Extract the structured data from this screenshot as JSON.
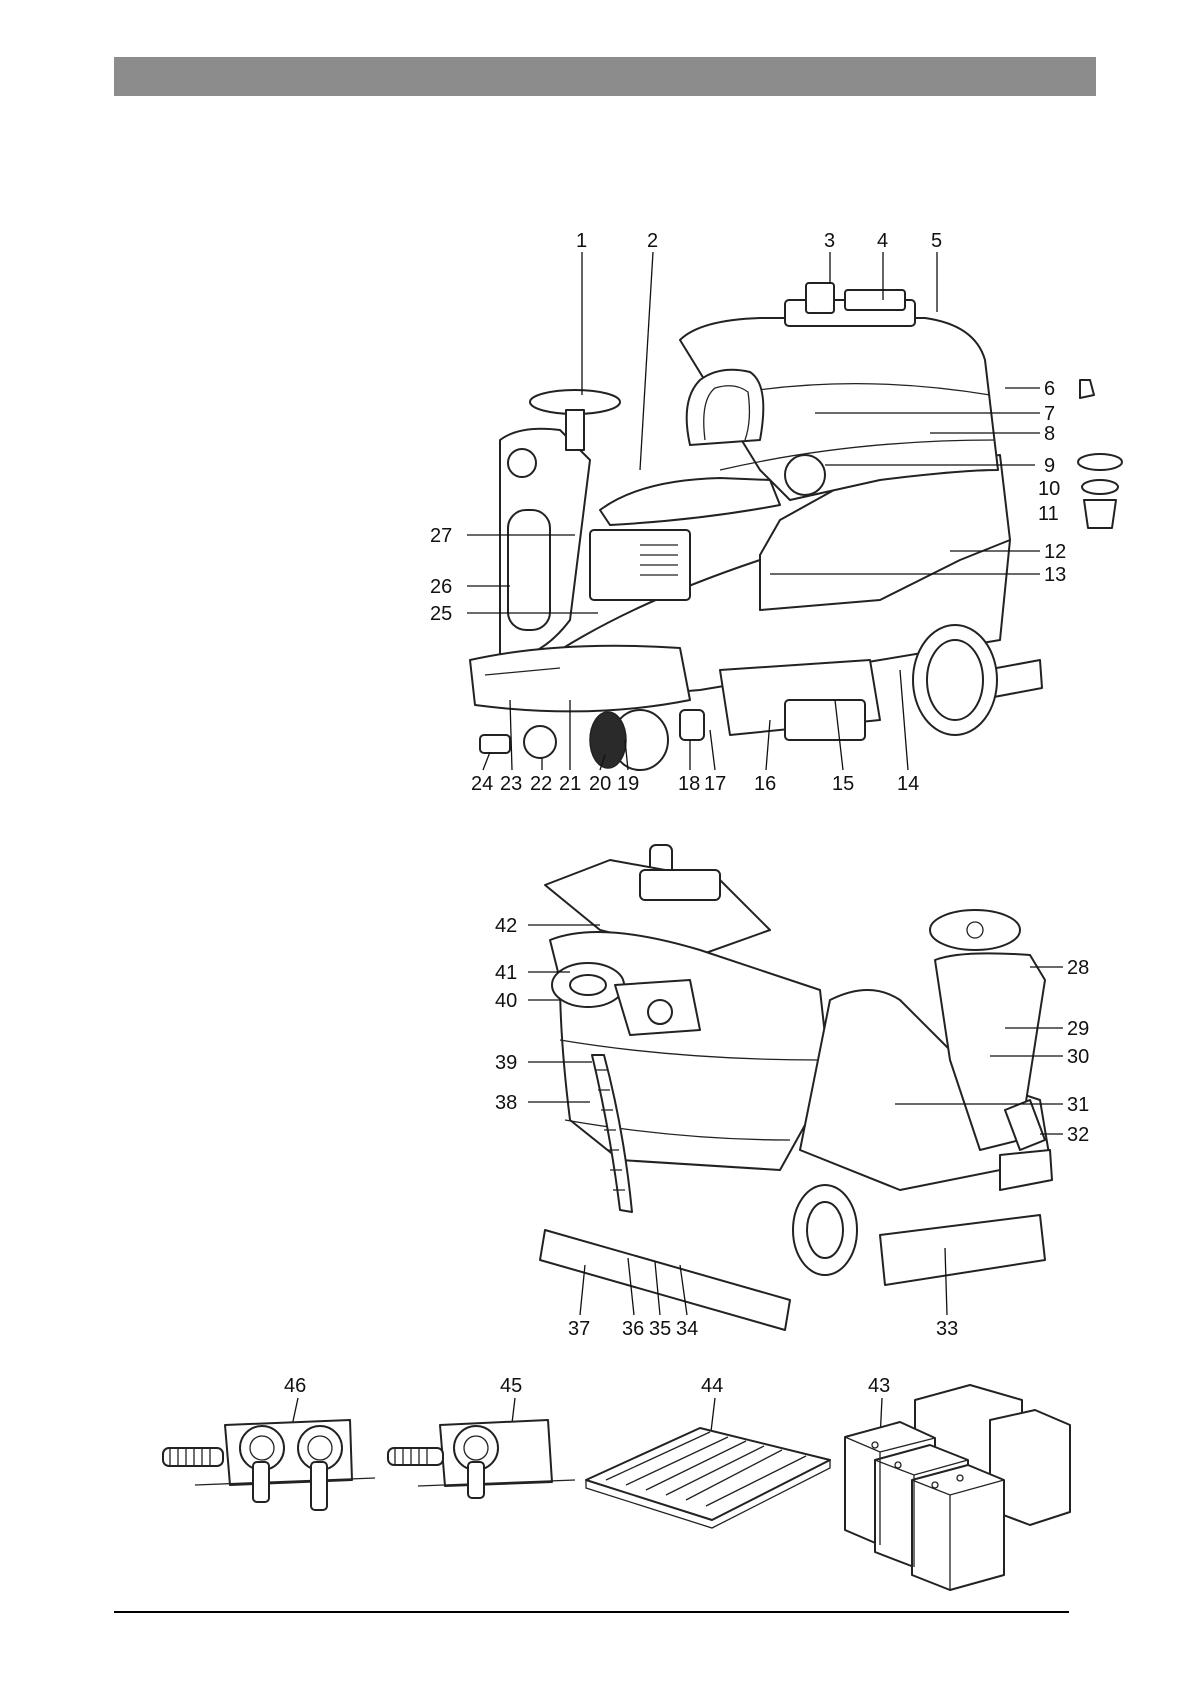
{
  "header": {
    "bar_color": "#8c8c8c"
  },
  "figures": {
    "front_view": {
      "callouts": [
        "1",
        "2",
        "3",
        "4",
        "5",
        "6",
        "7",
        "8",
        "9",
        "10",
        "11",
        "12",
        "13",
        "14",
        "15",
        "16",
        "17",
        "18",
        "19",
        "20",
        "21",
        "22",
        "23",
        "24",
        "25",
        "26",
        "27"
      ]
    },
    "rear_view": {
      "callouts": [
        "28",
        "29",
        "30",
        "31",
        "32",
        "33",
        "34",
        "35",
        "36",
        "37",
        "38",
        "39",
        "40",
        "41",
        "42"
      ]
    },
    "accessories": {
      "callouts": [
        "46",
        "45",
        "44",
        "43"
      ]
    }
  },
  "labels": {
    "n1": "1",
    "n2": "2",
    "n3": "3",
    "n4": "4",
    "n5": "5",
    "n6": "6",
    "n7": "7",
    "n8": "8",
    "n9": "9",
    "n10": "10",
    "n11": "11",
    "n12": "12",
    "n13": "13",
    "n14": "14",
    "n15": "15",
    "n16": "16",
    "n17": "17",
    "n18": "18",
    "n19": "19",
    "n20": "20",
    "n21": "21",
    "n22": "22",
    "n23": "23",
    "n24": "24",
    "n25": "25",
    "n26": "26",
    "n27": "27",
    "n28": "28",
    "n29": "29",
    "n30": "30",
    "n31": "31",
    "n32": "32",
    "n33": "33",
    "n34": "34",
    "n35": "35",
    "n36": "36",
    "n37": "37",
    "n38": "38",
    "n39": "39",
    "n40": "40",
    "n41": "41",
    "n42": "42",
    "n43": "43",
    "n44": "44",
    "n45": "45",
    "n46": "46"
  }
}
